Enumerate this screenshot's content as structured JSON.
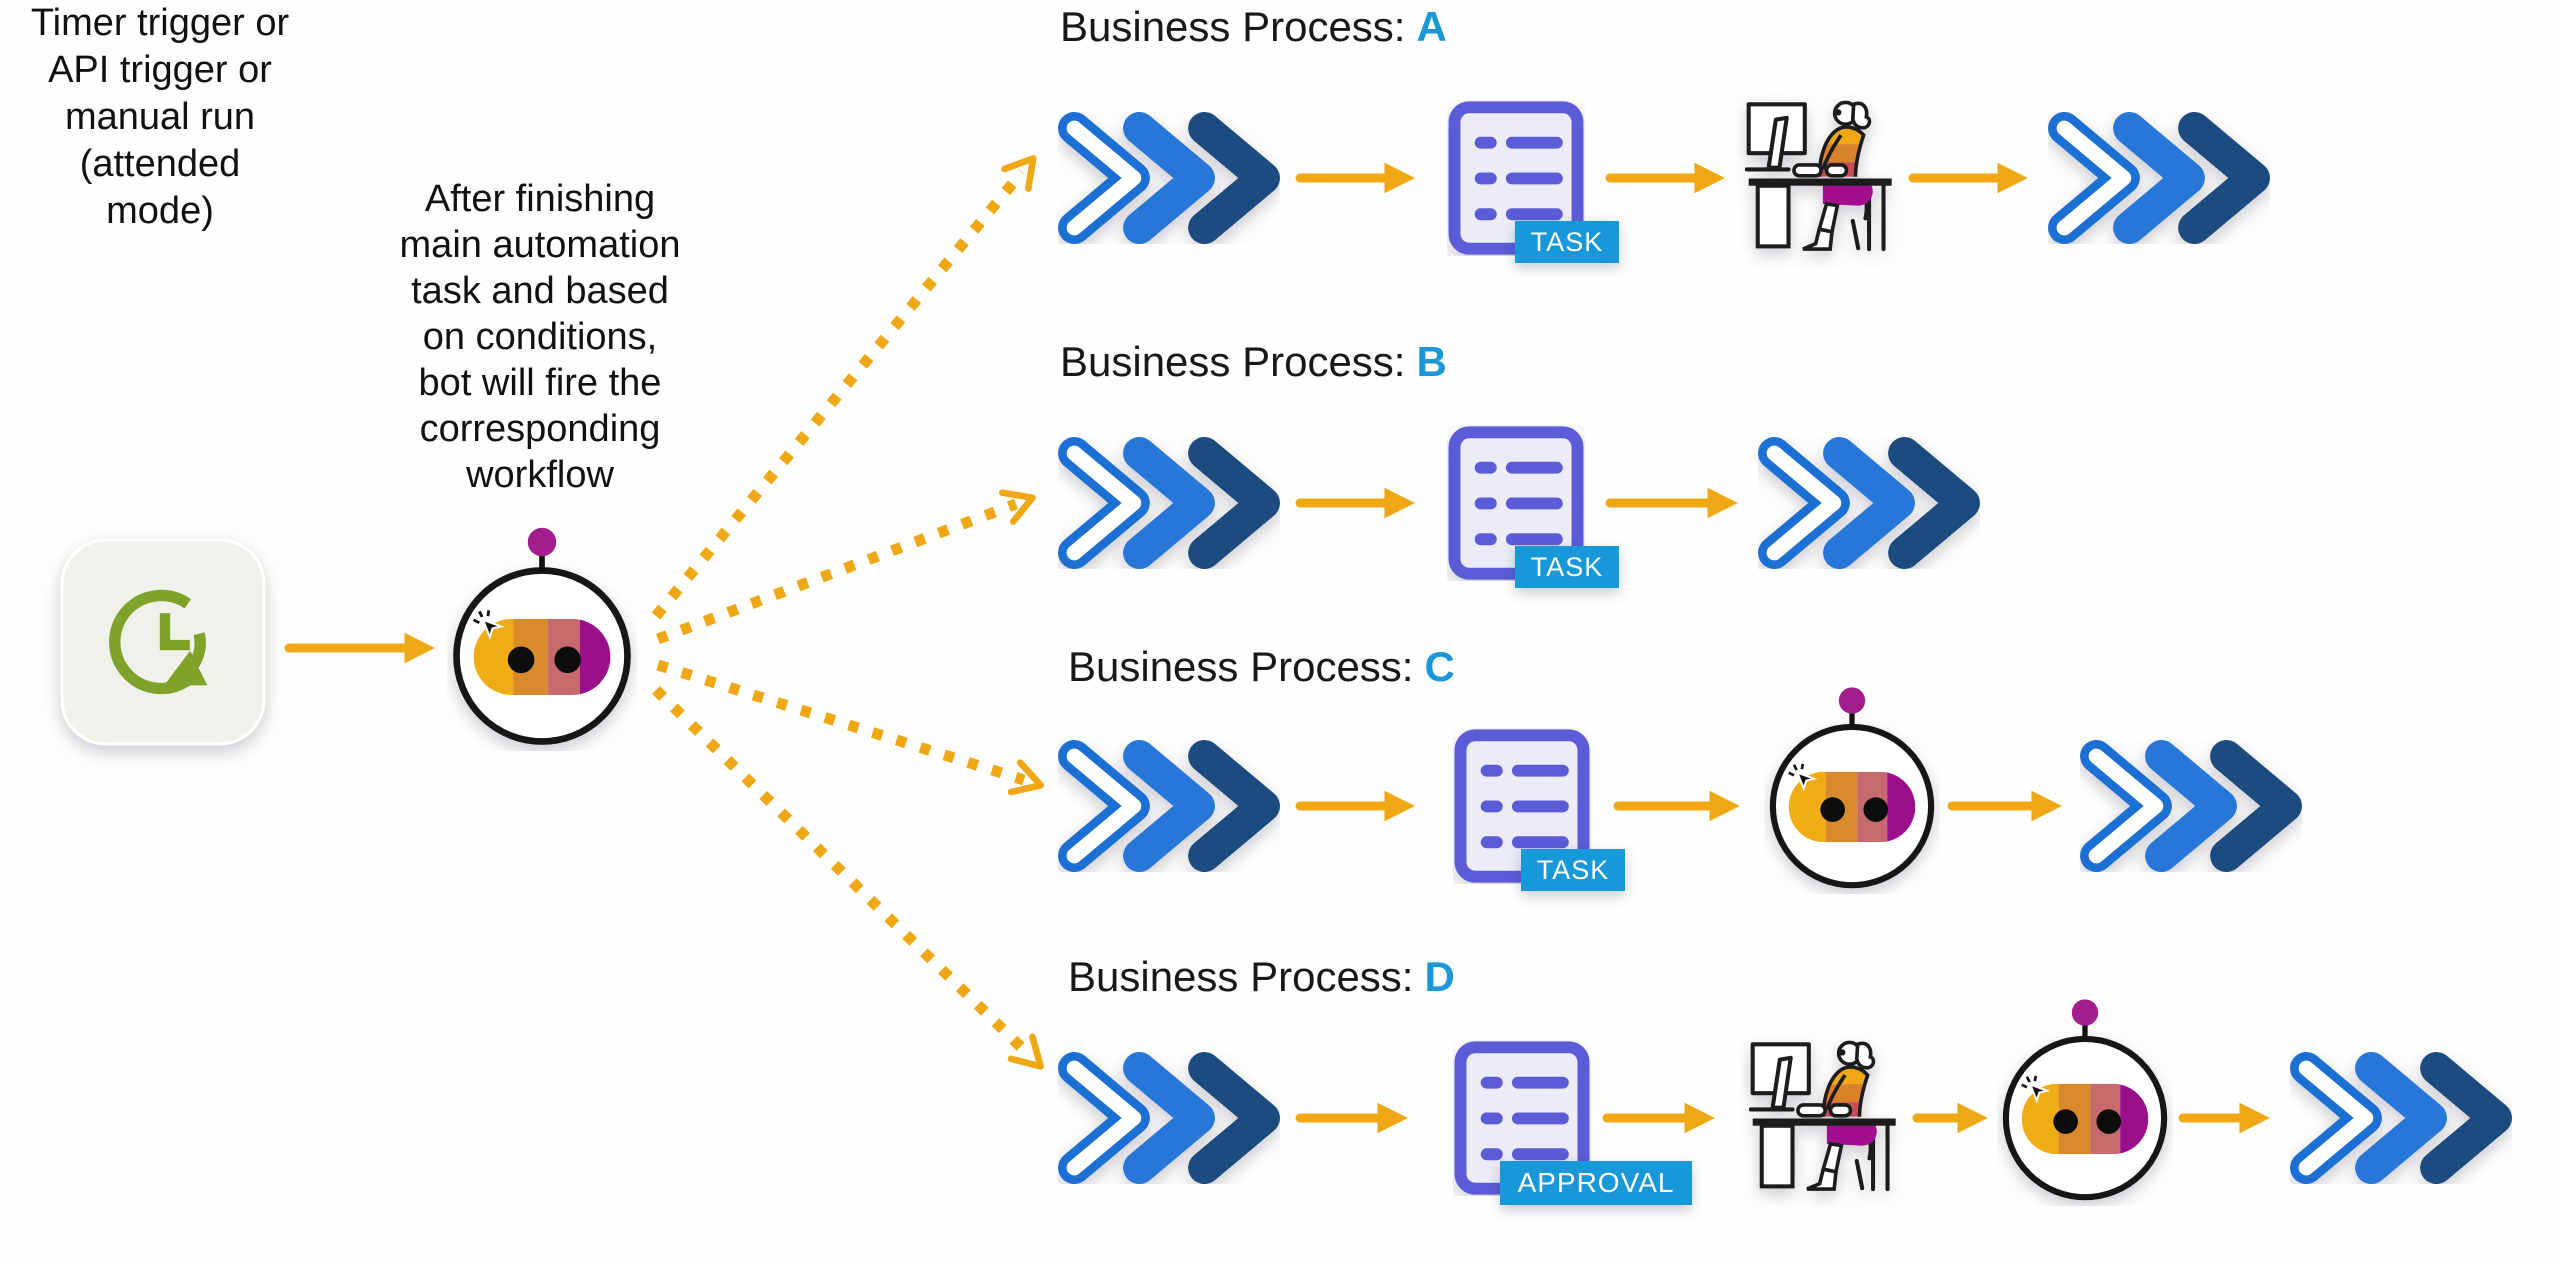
{
  "diagram": {
    "trigger": {
      "icon": "timer-icon",
      "caption_lines": [
        "Timer trigger or",
        "API trigger or",
        "manual run",
        "(attended",
        "mode)"
      ]
    },
    "note_lines": [
      "After finishing",
      "main automation",
      "task and based",
      "on conditions,",
      "bot will fire the",
      "corresponding",
      "workflow"
    ],
    "bot_icon": "bot-icon",
    "processes": [
      {
        "title": "Business Process:",
        "letter": "A",
        "badge": "TASK",
        "steps": [
          "triple-chevron",
          "task-document",
          "human-at-desk",
          "triple-chevron"
        ]
      },
      {
        "title": "Business Process:",
        "letter": "B",
        "badge": "TASK",
        "steps": [
          "triple-chevron",
          "task-document",
          "triple-chevron"
        ]
      },
      {
        "title": "Business Process:",
        "letter": "C",
        "badge": "TASK",
        "steps": [
          "triple-chevron",
          "task-document",
          "bot",
          "triple-chevron"
        ]
      },
      {
        "title": "Business Process:",
        "letter": "D",
        "badge": "APPROVAL",
        "steps": [
          "triple-chevron",
          "approval-document",
          "human-at-desk",
          "bot",
          "triple-chevron"
        ]
      }
    ],
    "colors": {
      "arrow_gold": "#EFA714",
      "chevron_outline_blue": "#1B6FD3",
      "chevron_mid_blue": "#2877D8",
      "chevron_dark_navy": "#1C4B7F",
      "doc_purple": "#5B5BD8",
      "doc_fill": "#ECECF8",
      "badge_blue": "#1898D8",
      "letter_blue": "#1B97D7",
      "bot_gold": "#EFAC15",
      "bot_orange": "#D98A2B",
      "bot_rose": "#C66A6E",
      "bot_magenta": "#9C0F8A",
      "antenna_magenta": "#A21E8C",
      "person_skirt_magenta": "#A1108C",
      "timer_green": "#7FA22A",
      "timer_card_bg": "#F1F1EC"
    }
  }
}
